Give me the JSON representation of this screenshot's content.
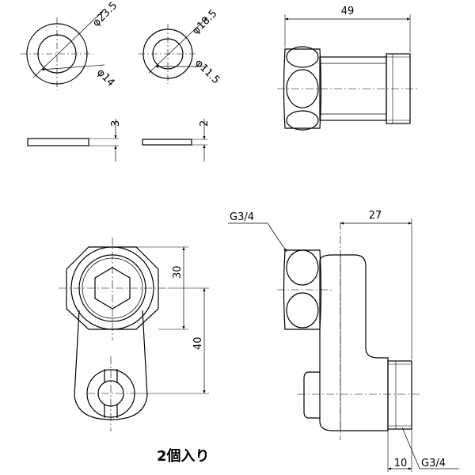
{
  "washer_large": {
    "outer_dia": "φ23.5",
    "inner_dia": "φ14",
    "thickness": "3"
  },
  "washer_small": {
    "outer_dia": "φ18.5",
    "inner_dia": "φ11.5",
    "thickness": "2"
  },
  "top_side_view": {
    "length": "49"
  },
  "bottom_front_view": {
    "dim_upper": "30",
    "dim_lower": "40"
  },
  "bottom_side_view": {
    "thread_top": "G3/4",
    "width": "27",
    "thread_bottom": "G3/4",
    "bottom_len": "10"
  },
  "caption": "2個入り"
}
